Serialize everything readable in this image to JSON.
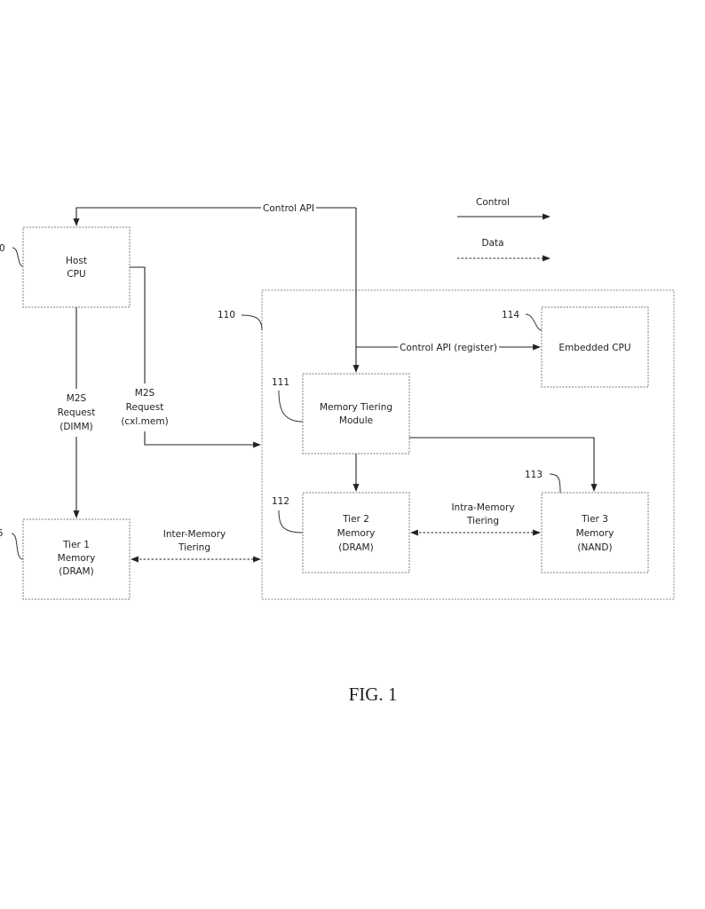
{
  "figure": {
    "caption": "FIG. 1",
    "legend": {
      "control_label": "Control",
      "data_label": "Data"
    },
    "nodes": {
      "host_cpu": {
        "ref": "0",
        "lines": [
          "Host",
          "CPU"
        ]
      },
      "tier1": {
        "ref": "5",
        "lines": [
          "Tier 1",
          "Memory",
          "(DRAM)"
        ]
      },
      "device": {
        "ref": "110"
      },
      "tiering_module": {
        "ref": "111",
        "lines": [
          "Memory Tiering",
          "Module"
        ]
      },
      "tier2": {
        "ref": "112",
        "lines": [
          "Tier 2",
          "Memory",
          "(DRAM)"
        ]
      },
      "tier3": {
        "ref": "113",
        "lines": [
          "Tier 3",
          "Memory",
          "(NAND)"
        ]
      },
      "embedded_cpu": {
        "ref": "114",
        "lines": [
          "Embedded CPU"
        ]
      }
    },
    "edges": {
      "control_api": "Control API",
      "control_api_register": "Control API (register)",
      "m2s_dimm": [
        "M2S",
        "Request",
        "(DIMM)"
      ],
      "m2s_cxl": [
        "M2S",
        "Request",
        "(cxl.mem)"
      ],
      "inter_memory": [
        "Inter-Memory",
        "Tiering"
      ],
      "intra_memory": [
        "Intra-Memory",
        "Tiering"
      ]
    }
  }
}
